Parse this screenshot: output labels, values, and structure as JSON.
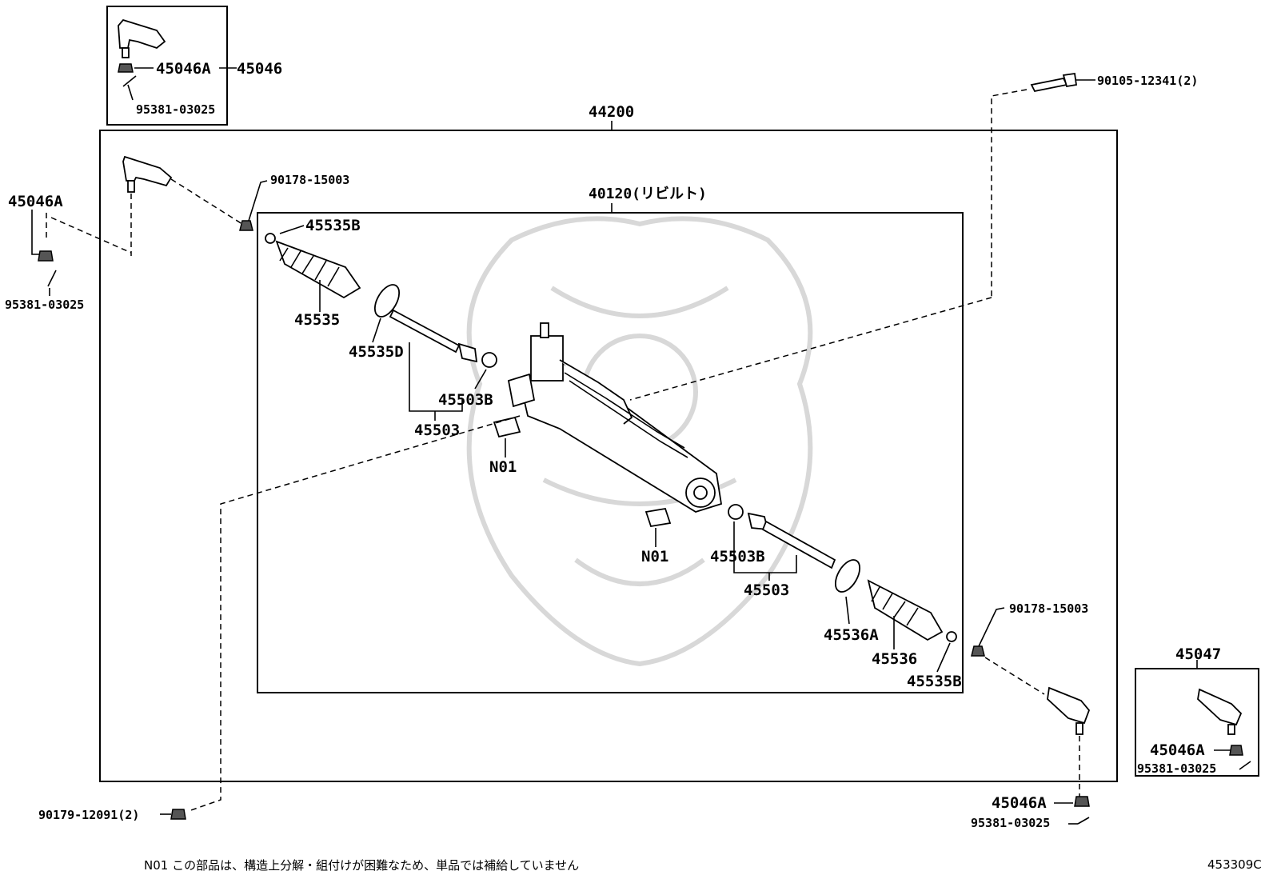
{
  "labels": {
    "tie_rod_end_kit_lh": "45046",
    "nut_a_kit_lh": "45046A",
    "cotter_pin_kit_lh": "95381-03025",
    "rack_assy": "44200",
    "rack_rebuilt": "40120(リビルト)",
    "nut_a_left": "45046A",
    "cotter_pin_left": "95381-03025",
    "nut_left": "90178-15003",
    "clip_b_left": "45535B",
    "boot_left": "45535",
    "clamp_d_left": "45535D",
    "washer_b_left": "45503B",
    "tie_rod_left": "45503",
    "n01_left": "N01",
    "bolt_top": "90105-12341(2)",
    "n01_right": "N01",
    "washer_b_right": "45503B",
    "tie_rod_right": "45503",
    "clamp_a_right": "45536A",
    "boot_right": "45536",
    "clip_b_right": "45535B",
    "nut_right": "90178-15003",
    "tie_rod_end_kit_rh": "45047",
    "nut_a_kit_rh": "45046A",
    "cotter_pin_kit_rh": "95381-03025",
    "nut_a_bottom_right": "45046A",
    "cotter_pin_bottom_right": "95381-03025",
    "nut_bottom_left": "90179-12091(2)"
  },
  "footnote": "N01 この部品は、構造上分解・組付けが困難なため、単品では補給していません",
  "drawing_number": "453309C",
  "colors": {
    "line": "#000000",
    "background": "#ffffff",
    "watermark": "#d8d8d8"
  }
}
